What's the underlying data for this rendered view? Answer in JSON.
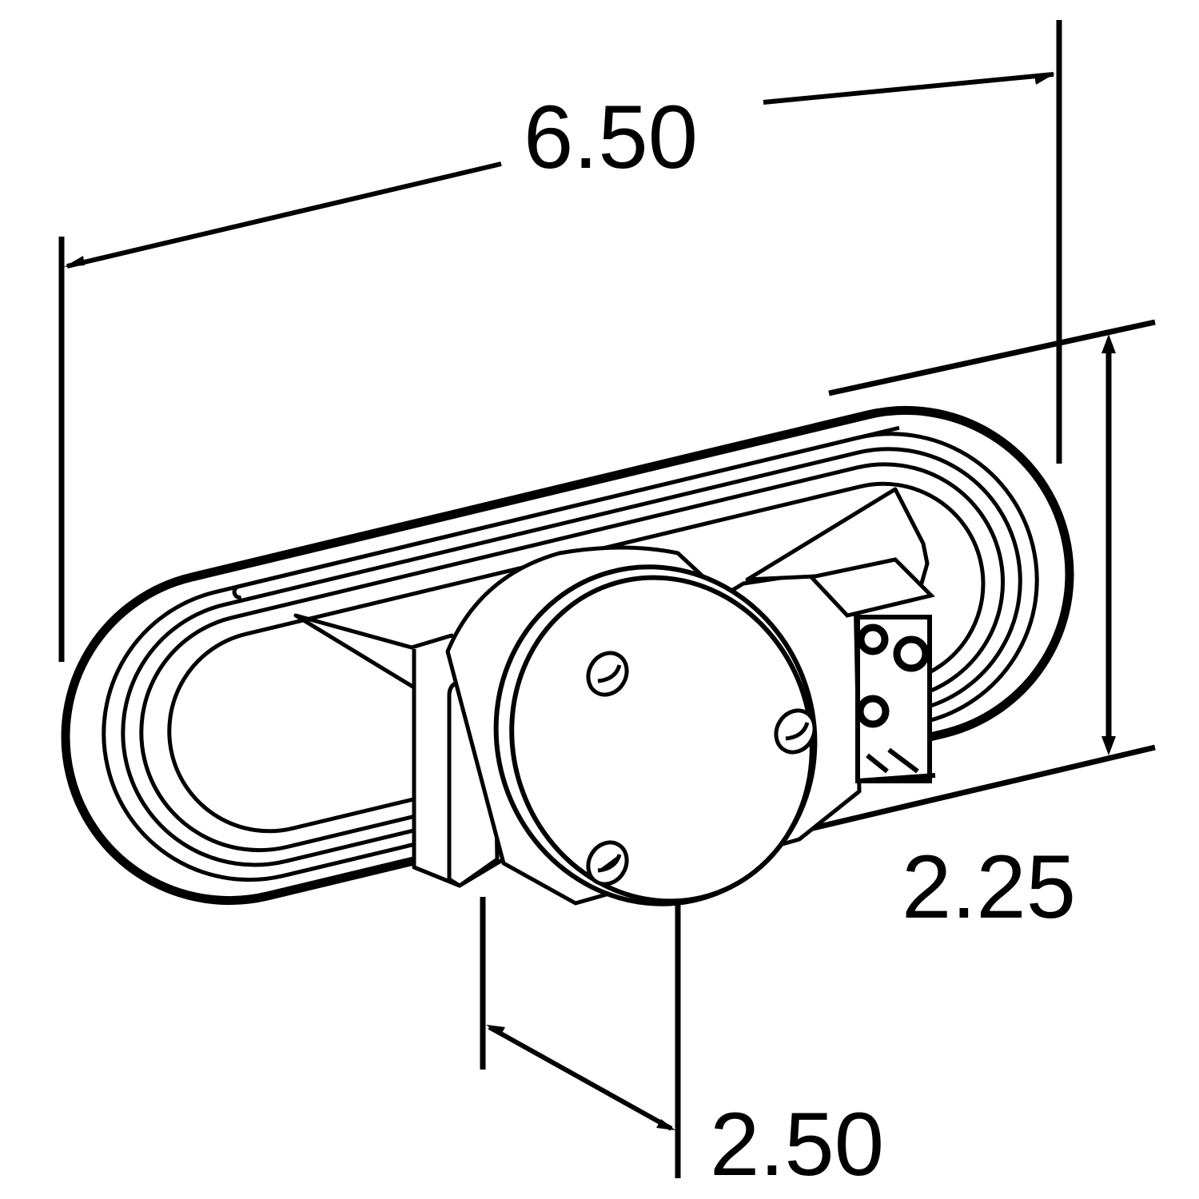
{
  "diagram": {
    "subject": "Oval lamp housing, isometric line drawing with dimensions",
    "line_color": "#000000",
    "background": "#ffffff",
    "dimensions": {
      "length": {
        "label": "6.50"
      },
      "height": {
        "label": "2.25"
      },
      "depth": {
        "label": "2.50"
      }
    },
    "parts": {
      "flange": "oval-grommet-flange",
      "rear_housing": "rear-housing-body",
      "back_cap": "oval-back-cap",
      "connector": "plug-connector",
      "screws": 3
    }
  }
}
